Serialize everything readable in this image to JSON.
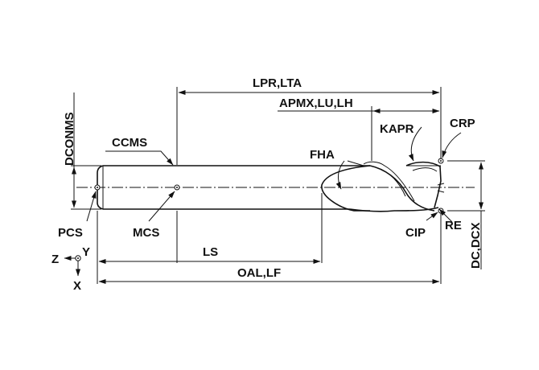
{
  "labels": {
    "lpr": "LPR,LTA",
    "apmx": "APMX,LU,LH",
    "dconms": "DCONMS",
    "ccms": "CCMS",
    "fha": "FHA",
    "kapr": "KAPR",
    "crp": "CRP",
    "pcs": "PCS",
    "mcs": "MCS",
    "cip": "CIP",
    "re": "RE",
    "dc": "DC,DCX",
    "ls": "LS",
    "oal": "OAL,LF",
    "axis_z": "Z",
    "axis_y": "Y",
    "axis_x": "X"
  }
}
